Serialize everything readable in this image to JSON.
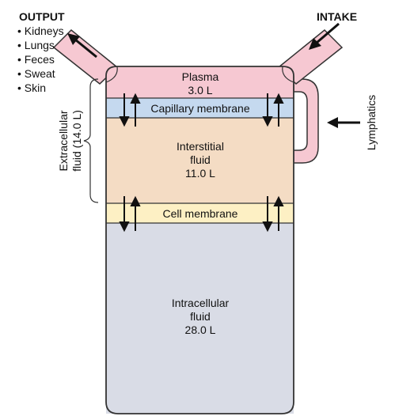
{
  "output": {
    "title": "OUTPUT",
    "items": [
      "• Kidneys",
      "• Lungs",
      "• Feces",
      "• Sweat",
      "• Skin"
    ]
  },
  "intake": {
    "title": "INTAKE"
  },
  "compartments": {
    "plasma": {
      "name": "Plasma",
      "volume": "3.0 L"
    },
    "capillary_membrane": {
      "name": "Capillary membrane"
    },
    "interstitial": {
      "line1": "Interstitial",
      "line2": "fluid",
      "volume": "11.0 L"
    },
    "cell_membrane": {
      "name": "Cell membrane"
    },
    "intracellular": {
      "line1": "Intracellular",
      "line2": "fluid",
      "volume": "28.0 L"
    }
  },
  "extracellular": {
    "line1": "Extracellular",
    "line2": "fluid (14.0 L)"
  },
  "lymphatics": {
    "label": "Lymphatics"
  },
  "colors": {
    "plasma": "#f6c8d2",
    "capillary_membrane": "#c5d9ef",
    "interstitial": "#f4dcc4",
    "cell_membrane": "#fdf0c4",
    "intracellular": "#d9dce6",
    "outline": "#333333"
  }
}
